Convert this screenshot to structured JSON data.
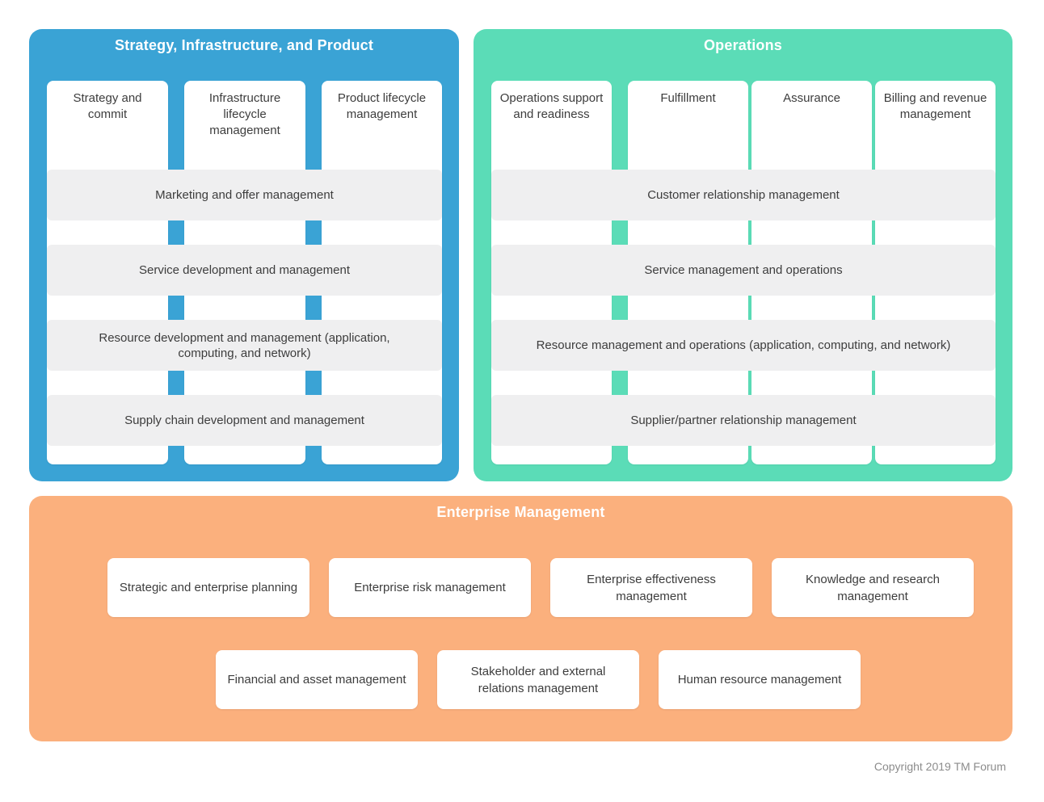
{
  "sip_panel": {
    "title": "Strategy, Infrastructure, and Product",
    "color": "#3aa3d5",
    "columns": [
      "Strategy and commit",
      "Infrastructure lifecycle management",
      "Product lifecycle management"
    ],
    "rows": [
      "Marketing and offer management",
      "Service development and management",
      "Resource development and management (application, computing, and network)",
      "Supply chain development and management"
    ]
  },
  "ops_panel": {
    "title": "Operations",
    "color": "#5bdcb7",
    "columns": [
      "Operations support and readiness",
      "Fulfillment",
      "Assurance",
      "Billing and revenue management"
    ],
    "rows": [
      "Customer relationship management",
      "Service management and operations",
      "Resource management and operations (application, computing, and network)",
      "Supplier/partner relationship management"
    ]
  },
  "enterprise_panel": {
    "title": "Enterprise Management",
    "color": "#fbb07d",
    "row1": [
      "Strategic and enterprise planning",
      "Enterprise risk management",
      "Enterprise effectiveness management",
      "Knowledge and research management"
    ],
    "row2": [
      "Financial and asset management",
      "Stakeholder and external relations management",
      "Human resource management"
    ]
  },
  "footer": {
    "copyright": "Copyright 2019 TM Forum"
  },
  "colors": {
    "band_gray": "#efeff0",
    "text": "#3d3d3d",
    "copyright_gray": "#8c8c8c"
  }
}
